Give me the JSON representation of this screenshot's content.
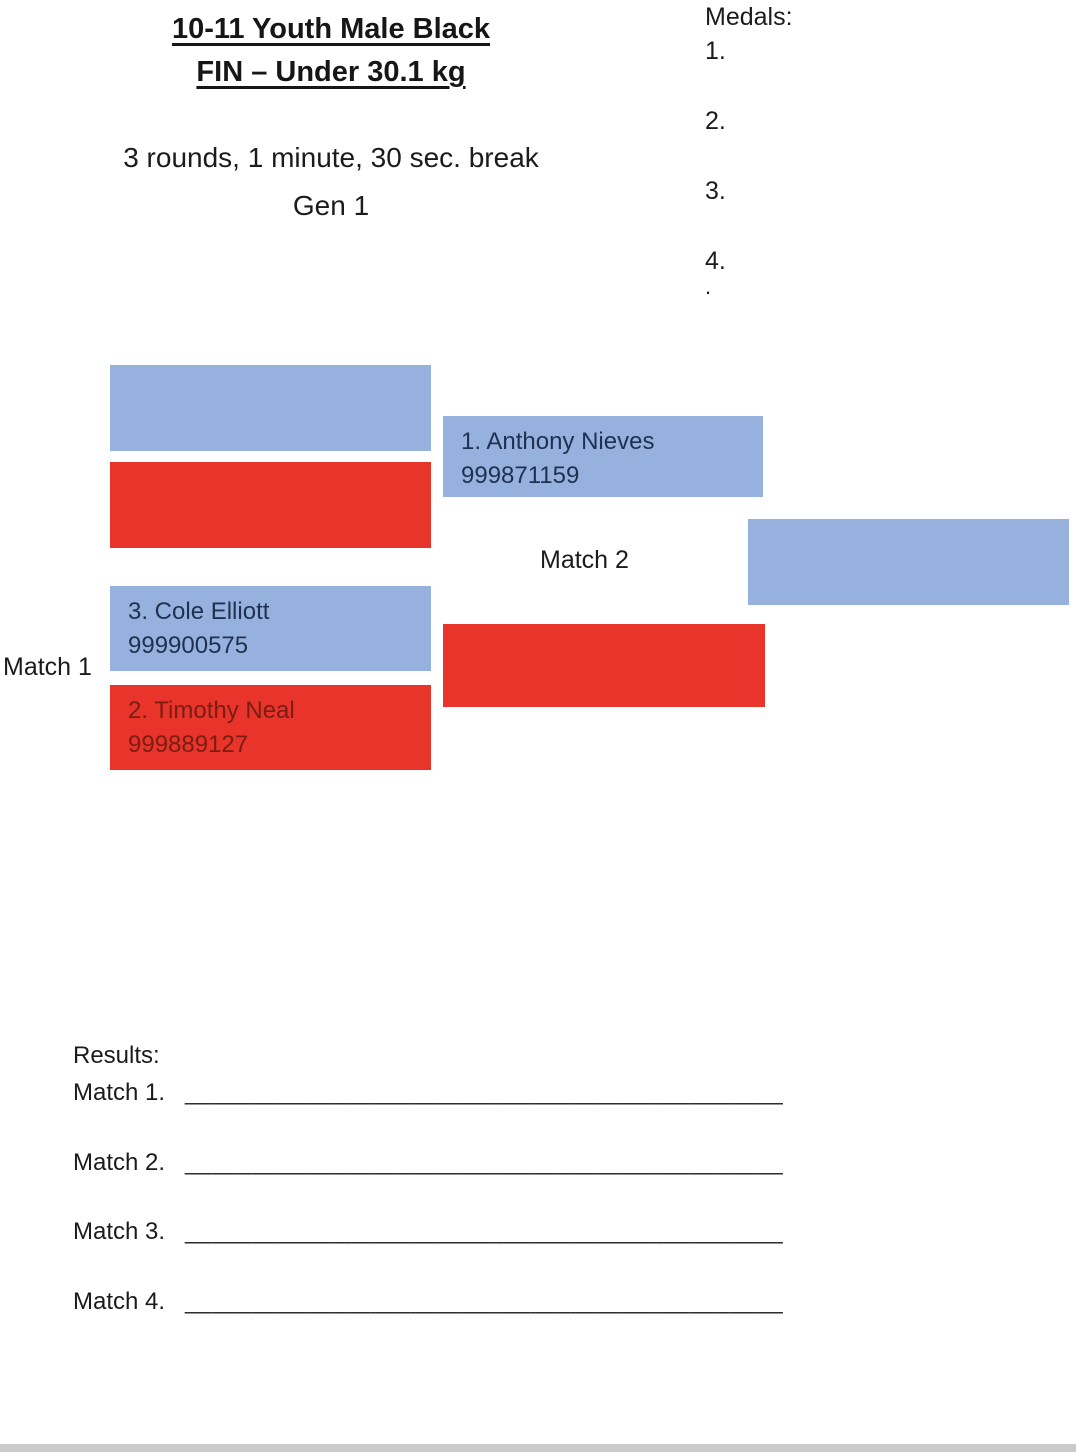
{
  "header": {
    "title_line1": "10-11 Youth Male Black",
    "title_line2": "FIN – Under 30.1 kg",
    "subtitle_line1": "3 rounds, 1 minute, 30 sec. break",
    "subtitle_line2": "Gen 1"
  },
  "medals": {
    "label": "Medals:",
    "items": [
      "1.",
      "2.",
      "3.",
      "4.",
      "."
    ]
  },
  "bracket": {
    "match1_label": "Match 1",
    "match2_label": "Match 2",
    "round1": [
      {
        "slot": "blue-top",
        "name": "",
        "id": ""
      },
      {
        "slot": "red-top",
        "name": "",
        "id": ""
      },
      {
        "slot": "blue-bottom",
        "name": "3. Cole Elliott",
        "id": "999900575"
      },
      {
        "slot": "red-bottom",
        "name": "2. Timothy Neal",
        "id": "999889127"
      }
    ],
    "round2": [
      {
        "slot": "blue",
        "name": "1. Anthony Nieves",
        "id": "999871159"
      },
      {
        "slot": "red",
        "name": "",
        "id": ""
      }
    ],
    "final_slot": {
      "name": "",
      "id": ""
    }
  },
  "results": {
    "label": "Results:",
    "rows": [
      {
        "label": "Match 1.",
        "line": "_____________________________________________"
      },
      {
        "label": "Match 2.",
        "line": "_____________________________________________"
      },
      {
        "label": "Match 3.",
        "line": "_____________________________________________"
      },
      {
        "label": "Match 4.",
        "line": "_____________________________________________"
      }
    ]
  },
  "colors": {
    "blue_box": "#97b1de",
    "red_box": "#e8342b",
    "blue_box_text": "#1f3150",
    "red_box_text": "#7a1d12",
    "page_text": "#1b1b1b",
    "viewer_edge": "#c9cacb"
  }
}
